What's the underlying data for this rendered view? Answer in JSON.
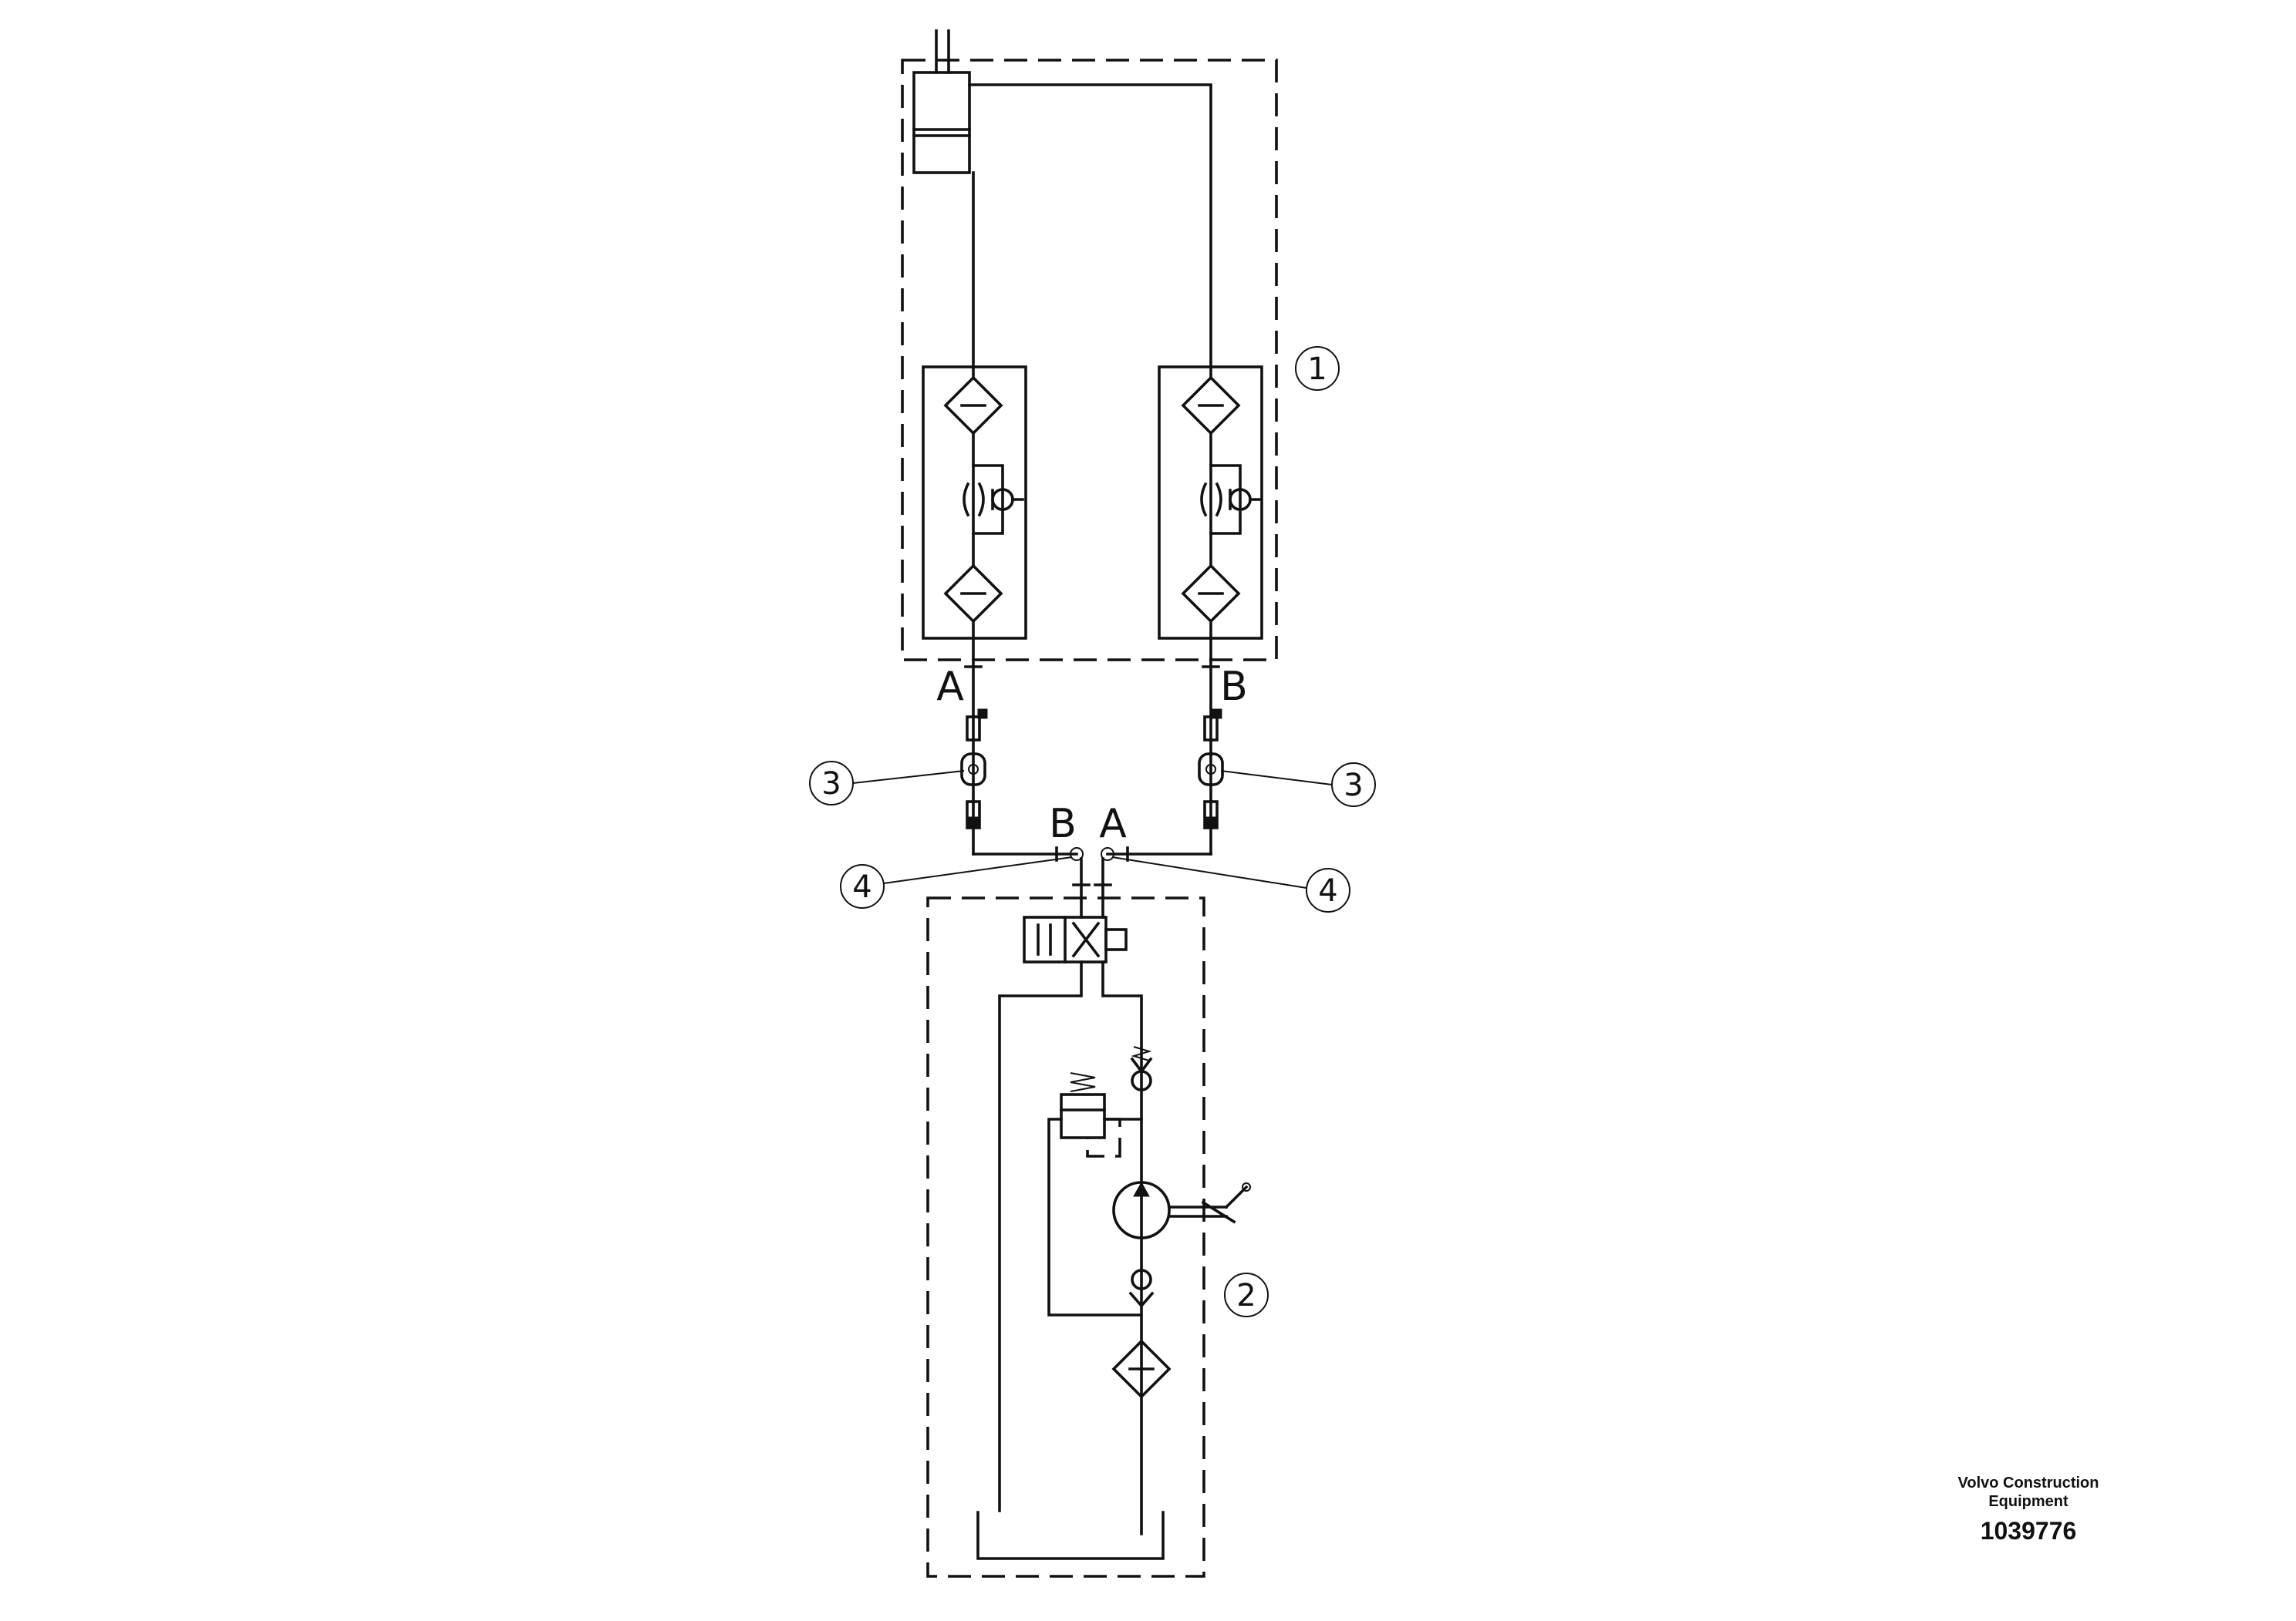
{
  "port_labels": {
    "upper_left": "A",
    "upper_right": "B",
    "lower_left": "B",
    "lower_right": "A"
  },
  "callouts": {
    "item1": "1",
    "item2": "2",
    "item3_left": "3",
    "item3_right": "3",
    "item4_left": "4",
    "item4_right": "4"
  },
  "caption": {
    "line1": "Volvo Construction",
    "line2": "Equipment",
    "number": "1039776"
  },
  "colors": {
    "line": "#111111",
    "background": "#ffffff"
  }
}
